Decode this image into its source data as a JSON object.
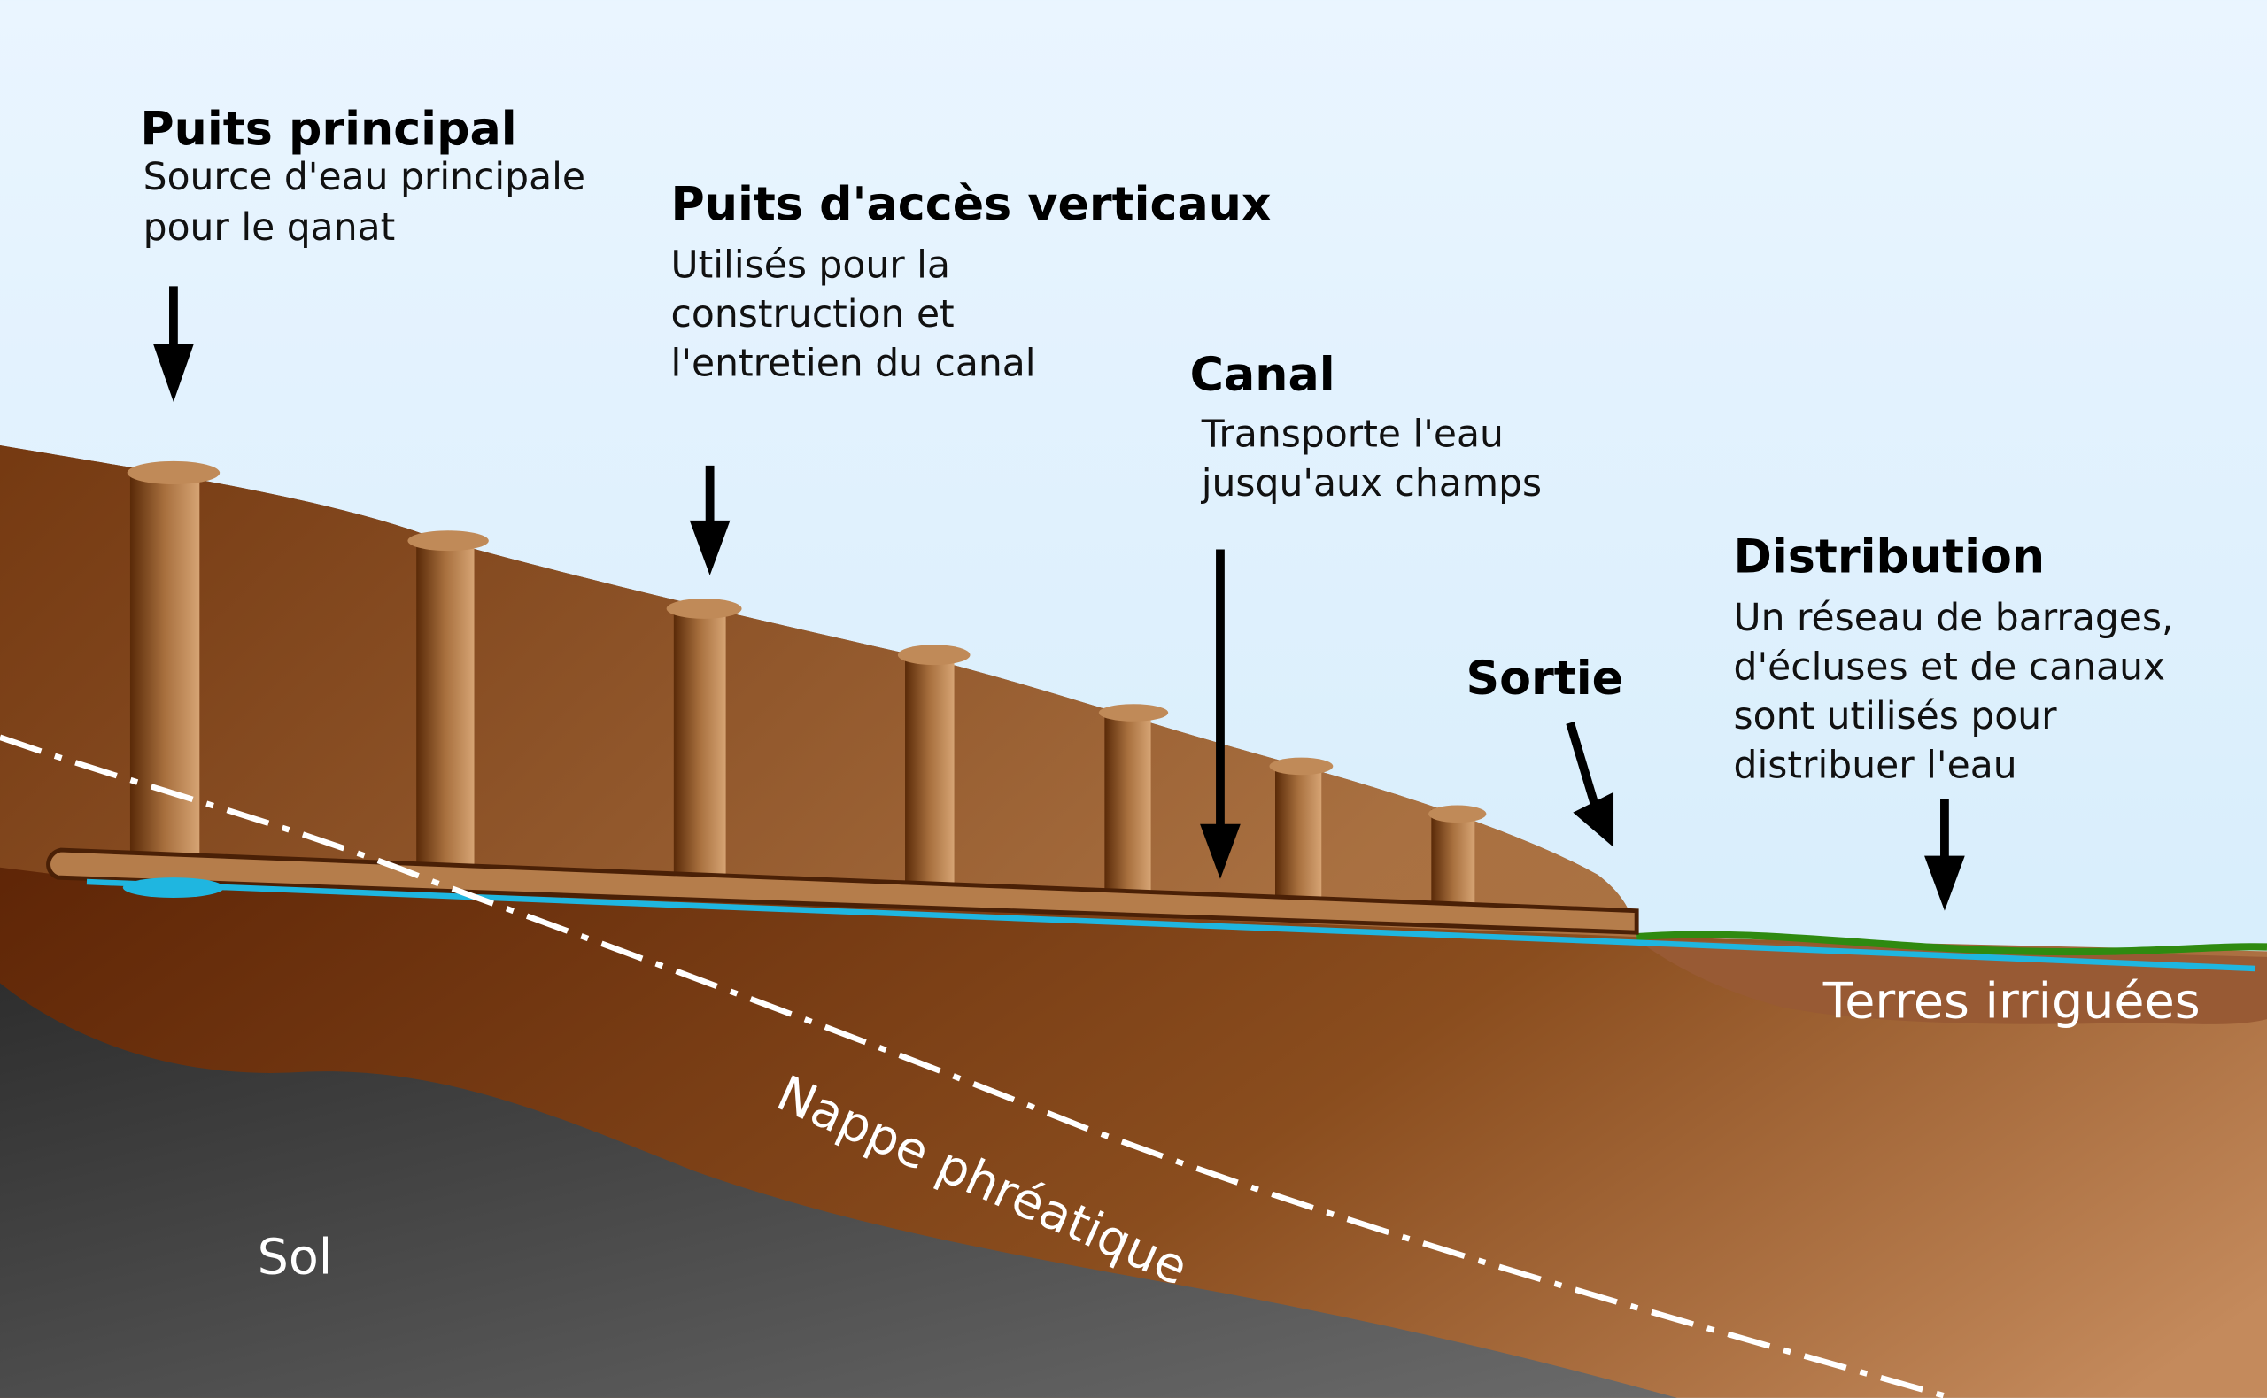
{
  "labels": {
    "main_well": {
      "title": "Puits principal",
      "lines": [
        "Source d'eau principale",
        "pour le qanat"
      ]
    },
    "access_shafts": {
      "title": "Puits d'accès verticaux",
      "lines": [
        "Utilisés pour la",
        "construction et",
        "l'entretien du canal"
      ]
    },
    "canal": {
      "title": "Canal",
      "lines": [
        "Transporte l'eau",
        "jusqu'aux champs"
      ]
    },
    "outlet": {
      "title": "Sortie"
    },
    "distribution": {
      "title": "Distribution",
      "lines": [
        "Un réseau de barrages,",
        "d'écluses et de canaux",
        "sont utilisés pour",
        "distribuer l'eau"
      ]
    },
    "irrigated_lands": "Terres irriguées",
    "water_table": "Nappe phréatique",
    "soil": "Sol"
  },
  "colors": {
    "sky": "#dff1fd",
    "earth": "#8a4a1c",
    "rock": "#4a4a4a",
    "water": "#1fb6e0",
    "grass": "#2f8a10"
  }
}
